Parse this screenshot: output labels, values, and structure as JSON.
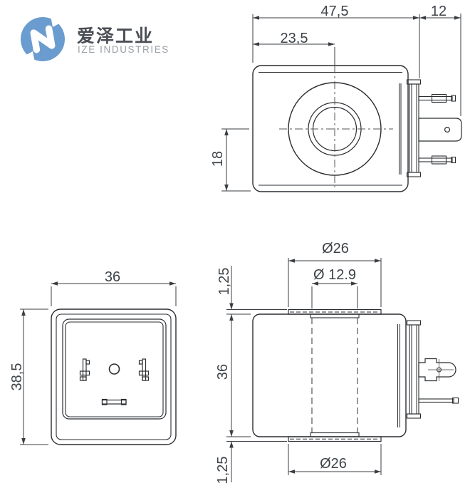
{
  "logo": {
    "chinese_name": "爱泽工业",
    "english_name": "IZE INDUSTRIES",
    "mark_color": "#6b9ccf"
  },
  "drawing": {
    "side_view": {
      "dim_total_width": "47,5",
      "dim_connector_depth": "12",
      "dim_center_offset": "23,5",
      "dim_center_to_base": "18"
    },
    "front_view": {
      "dim_width": "36",
      "dim_height": "38,5"
    },
    "section_view": {
      "dim_flange_dia_top": "Ø26",
      "dim_bore_dia": "Ø 12.9",
      "dim_lip_top": "1,25",
      "dim_body_height": "36",
      "dim_lip_bottom": "1,25",
      "dim_flange_dia_bottom": "Ø26"
    }
  },
  "colors": {
    "outline": "#2a2d31",
    "dim_line": "#3a3d41",
    "dim_text": "#3d4348",
    "centerline": "#555555",
    "logo_blue": "#6b9ccf",
    "logo_text_dark": "#4a4e54",
    "logo_text_gray": "#9aa0a7",
    "background": "#ffffff"
  }
}
